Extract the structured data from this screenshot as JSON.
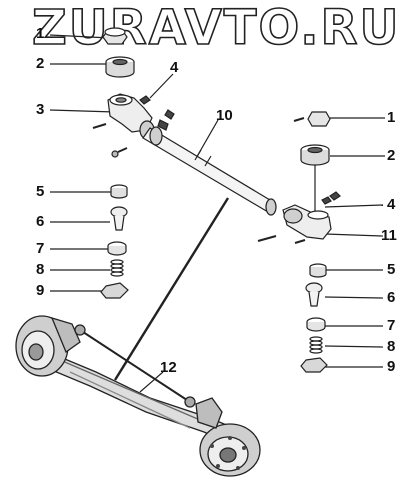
{
  "watermark": "ZURAVTO.RU",
  "callouts": {
    "left": [
      "1",
      "2",
      "3",
      "4",
      "5",
      "6",
      "7",
      "8",
      "9"
    ],
    "tie_rod": "10",
    "right": [
      "1",
      "2",
      "4",
      "11",
      "5",
      "6",
      "7",
      "8",
      "9"
    ],
    "axle": "12"
  }
}
